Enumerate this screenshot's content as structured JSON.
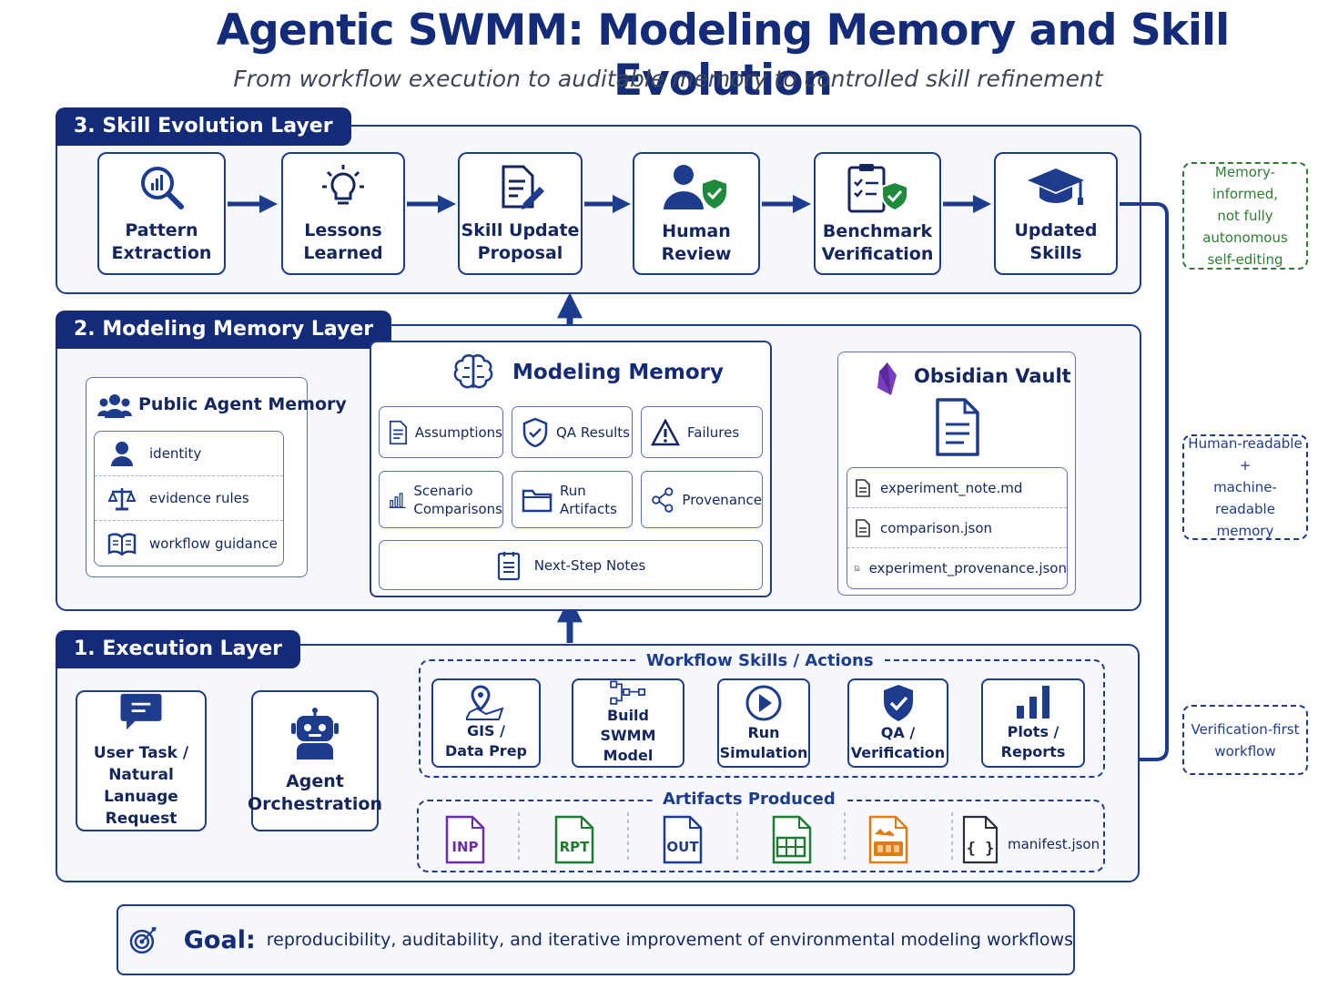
{
  "title": "Agentic SWMM: Modeling Memory and Skill Evolution",
  "subtitle": "From workflow execution to auditable memory to controlled skill refinement",
  "skill_layer": {
    "tab": "3. Skill Evolution Layer",
    "steps": [
      {
        "label": "Pattern\nExtraction",
        "icon": "magnifier-chart-icon"
      },
      {
        "label": "Lessons\nLearned",
        "icon": "lightbulb-icon"
      },
      {
        "label": "Skill Update\nProposal",
        "icon": "document-pencil-icon"
      },
      {
        "label": "Human\nReview",
        "icon": "person-shield-icon"
      },
      {
        "label": "Benchmark\nVerification",
        "icon": "clipboard-check-icon"
      },
      {
        "label": "Updated\nSkills",
        "icon": "graduation-cap-icon"
      }
    ]
  },
  "memory_layer": {
    "tab": "2. Modeling Memory Layer",
    "public_memory": {
      "title": "Public Agent Memory",
      "items": [
        {
          "label": "identity",
          "icon": "person-icon"
        },
        {
          "label": "evidence rules",
          "icon": "scales-icon"
        },
        {
          "label": "workflow guidance",
          "icon": "book-icon"
        }
      ]
    },
    "modeling_memory": {
      "title": "Modeling Memory",
      "cells": [
        {
          "label": "Assumptions",
          "icon": "document-icon"
        },
        {
          "label": "QA Results",
          "icon": "shield-check-icon"
        },
        {
          "label": "Failures",
          "icon": "warning-icon"
        },
        {
          "label": "Scenario\nComparisons",
          "icon": "bar-chart-icon"
        },
        {
          "label": "Run\nArtifacts",
          "icon": "folder-icon"
        },
        {
          "label": "Provenance",
          "icon": "share-nodes-icon"
        }
      ],
      "next_step": "Next-Step Notes"
    },
    "vault": {
      "title": "Obsidian Vault",
      "files": [
        "experiment_note.md",
        "comparison.json",
        "experiment_provenance.json"
      ]
    }
  },
  "execution_layer": {
    "tab": "1. Execution Layer",
    "user_task": "User Task /\nNatural Lanuage\nRequest",
    "agent": "Agent\nOrchestration",
    "workflow_title": "Workflow Skills / Actions",
    "workflow": [
      {
        "label": "GIS /\nData Prep",
        "icon": "map-pin-icon"
      },
      {
        "label": "Build\nSWMM Model",
        "icon": "network-icon"
      },
      {
        "label": "Run\nSimulation",
        "icon": "play-icon"
      },
      {
        "label": "QA /\nVerification",
        "icon": "shield-check-icon"
      },
      {
        "label": "Plots /\nReports",
        "icon": "bar-chart-icon"
      }
    ],
    "artifacts_title": "Artifacts Produced",
    "artifacts": [
      {
        "label": "INP",
        "color": "#6b2fa3"
      },
      {
        "label": "RPT",
        "color": "#1f7a33"
      },
      {
        "label": "OUT",
        "color": "#1e3c8e"
      },
      {
        "label": "",
        "color": "#1f7a33",
        "icon": "spreadsheet-icon"
      },
      {
        "label": "",
        "color": "#e07b16",
        "icon": "image-file-icon"
      },
      {
        "label": "manifest.json",
        "color": "#2b2f3a",
        "icon": "json-file-icon"
      }
    ]
  },
  "notes": [
    {
      "text": "Memory-informed,\nnot fully\nautonomous\nself-editing",
      "color": "#2e7d32"
    },
    {
      "text": "Human-readable\n+\nmachine-readable\nmemory",
      "color": "#1e3c8e"
    },
    {
      "text": "Verification-first\nworkflow",
      "color": "#1e3c8e"
    }
  ],
  "goal": {
    "label": "Goal:",
    "text": "reproducibility, auditability, and iterative improvement of environmental modeling workflows"
  }
}
